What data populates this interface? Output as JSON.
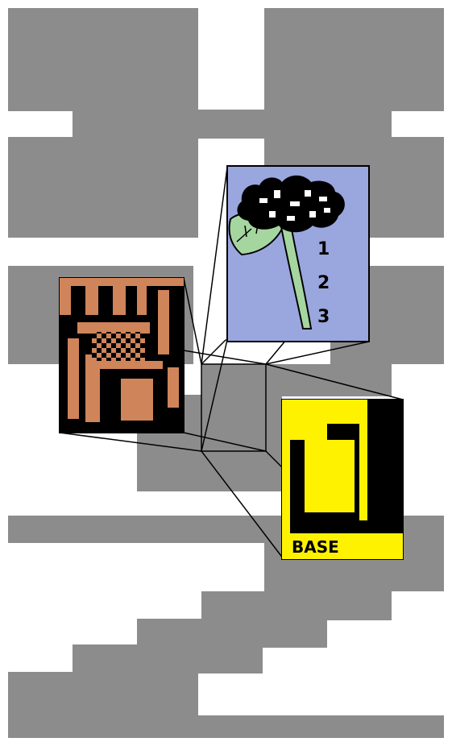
{
  "figure": {
    "background_blocks_color": "#8c8c8c",
    "panels": {
      "flower": {
        "background": "#9aa6de",
        "labels": [
          "1",
          "2",
          "3"
        ]
      },
      "circuit": {
        "background": "#000000",
        "fill": "#cf845a"
      },
      "base": {
        "background": "#000000",
        "fill": "#fff200",
        "label": "BASE"
      }
    }
  }
}
